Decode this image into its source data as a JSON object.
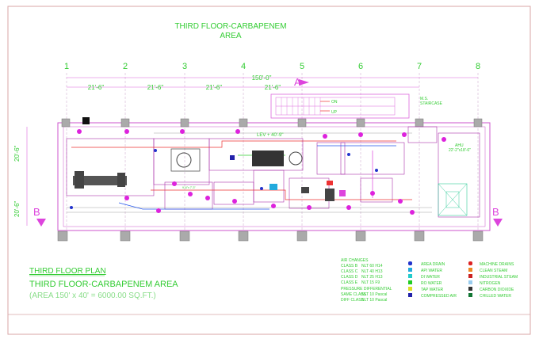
{
  "drawing": {
    "title_line1": "THIRD FLOOR-CARBAPENEM",
    "title_line2": "AREA",
    "plan_label": "THIRD FLOOR PLAN",
    "plan_subtitle": "THIRD FLOOR-CARBAPENEM AREA",
    "area_note": "(AREA 150' x 40' = 6000.00 SQ.FT.)"
  },
  "grid": {
    "columns": [
      "1",
      "2",
      "3",
      "4",
      "5",
      "6",
      "7",
      "8"
    ],
    "spacing_labels": [
      "21'-6\"",
      "21'-6\"",
      "21'-6\"",
      "21'-6\""
    ],
    "overall_length": "150'-0\"",
    "row_dims": [
      "20'-6\"",
      "20'-6\""
    ]
  },
  "markers": {
    "section_a": "A",
    "section_b_left": "B",
    "section_b_right": "B"
  },
  "stair": {
    "on_label": "ON",
    "up_label": "UP",
    "ms_label": "M.S.\nSTAIRCASE"
  },
  "plan_notes": {
    "lev": "LEV + 40'-9\"",
    "ahu_label": "AHU",
    "ahu_dims": "22'-2\"x18'-6\"",
    "room_size": "9'-6\"x 7'-3\""
  },
  "air_changes": {
    "heading": "AIR CHANGES",
    "rows": [
      {
        "cls": "CLASS B",
        "val": "NLT 60 H14"
      },
      {
        "cls": "CLASS C",
        "val": "NLT 40 H13"
      },
      {
        "cls": "CLASS D",
        "val": "NLT 25 H13"
      },
      {
        "cls": "CLASS E",
        "val": "NLT 15 F9"
      }
    ],
    "pressure_heading": "PRESSURE DIFFERENTIAL",
    "pressure_rows": [
      {
        "cls": "SAME CLASS",
        "val": "NLT 10 Pascal"
      },
      {
        "cls": "DIFF CLASS",
        "val": "NLT 10 Pascal"
      }
    ]
  },
  "legend": {
    "col1": [
      {
        "label": "AREA DRAIN",
        "color": "#2233cc"
      },
      {
        "label": "API WATER",
        "color": "#22aadd"
      },
      {
        "label": "DI WATER",
        "color": "#22cccc"
      },
      {
        "label": "RO WATER",
        "color": "#22cc22"
      },
      {
        "label": "TAP WATER",
        "color": "#dddd22"
      },
      {
        "label": "COMPRESSED AIR",
        "color": "#2222aa"
      }
    ],
    "col2": [
      {
        "label": "MACHINE DRAINS",
        "color": "#dd2222"
      },
      {
        "label": "CLEAN STEAM",
        "color": "#ee8822"
      },
      {
        "label": "INDUSTRIAL STEAM",
        "color": "#cc2222"
      },
      {
        "label": "NITROGEN",
        "color": "#99ccee"
      },
      {
        "label": "CARBON DIOXIDE",
        "color": "#333333"
      },
      {
        "label": "CHILLED WATER",
        "color": "#117733"
      }
    ]
  }
}
